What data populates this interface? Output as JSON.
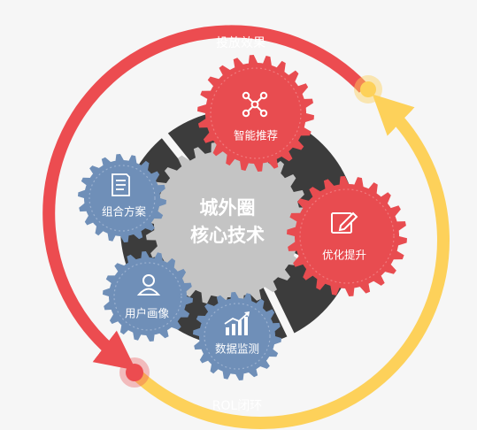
{
  "cycle": {
    "top_arrow_label": "投放效果",
    "bottom_arrow_label": "ROL闭环"
  },
  "center": {
    "line1": "城外圈",
    "line2": "核心技术"
  },
  "gears": [
    {
      "label": "智能推荐",
      "icon": "network-nodes-icon",
      "color": "#e84c50"
    },
    {
      "label": "优化提升",
      "icon": "edit-pencil-icon",
      "color": "#e84c50"
    },
    {
      "label": "数据监测",
      "icon": "bar-chart-rising-icon",
      "color": "#6f8fb8"
    },
    {
      "label": "用户画像",
      "icon": "user-profile-icon",
      "color": "#6f8fb8"
    },
    {
      "label": "组合方案",
      "icon": "document-icon",
      "color": "#6f8fb8"
    }
  ],
  "colors": {
    "red_arc": "#ec4c50",
    "yellow_arc": "#fdd15a",
    "dark_wheel": "#3c3c3c",
    "center_gear": "#c4c4c4"
  }
}
